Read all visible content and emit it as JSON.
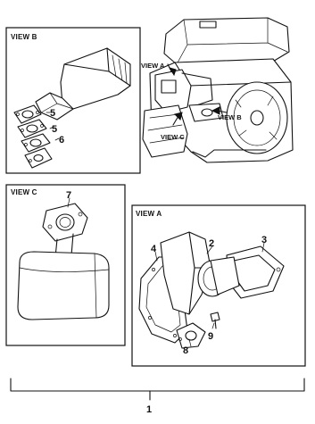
{
  "views": {
    "b": {
      "title": "VIEW B"
    },
    "c": {
      "title": "VIEW C"
    },
    "a": {
      "title": "VIEW A"
    }
  },
  "engine_callouts": {
    "view_a": "VIEW A",
    "view_b": "VIEW B",
    "view_c": "VIEW C"
  },
  "part_numbers": {
    "p1": "1",
    "p2": "2",
    "p3": "3",
    "p4": "4",
    "p5a": "5",
    "p5b": "5",
    "p6": "6",
    "p7": "7",
    "p8": "8",
    "p9": "9"
  }
}
